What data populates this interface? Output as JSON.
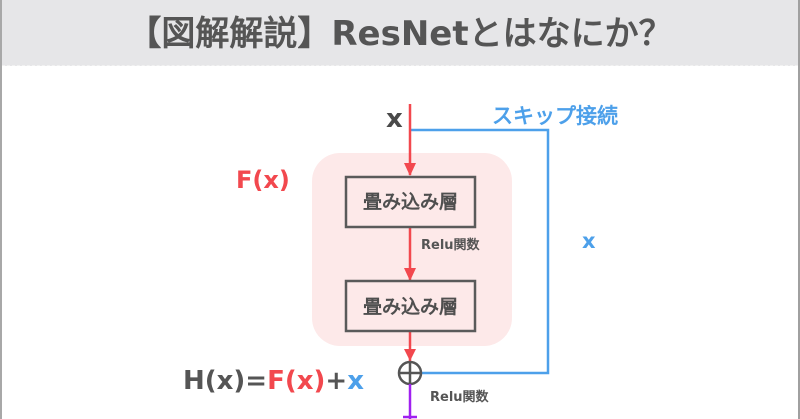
{
  "header": {
    "title": "【図解解説】ResNetとはなにか？"
  },
  "diagram": {
    "input_label": "x",
    "skip_connection_label": "スキップ接続",
    "residual_block_label": "F(x)",
    "skip_path_label": "x",
    "layers": [
      {
        "label": "畳み込み層"
      },
      {
        "label": "畳み込み層"
      }
    ],
    "activation_between_layers": "Relu関数",
    "activation_after_add": "Relu関数",
    "formula": {
      "lhs": "H(x)",
      "equals": "=",
      "term1": "F(x)",
      "plus": "+",
      "term2": "x"
    },
    "colors": {
      "main_path": "#f2484e",
      "skip_path": "#4da0ea",
      "output_path": "#a020f0",
      "block_background": "#fde9e9",
      "box_border": "#5a5a5a",
      "header_background": "#e6e6e8"
    }
  }
}
